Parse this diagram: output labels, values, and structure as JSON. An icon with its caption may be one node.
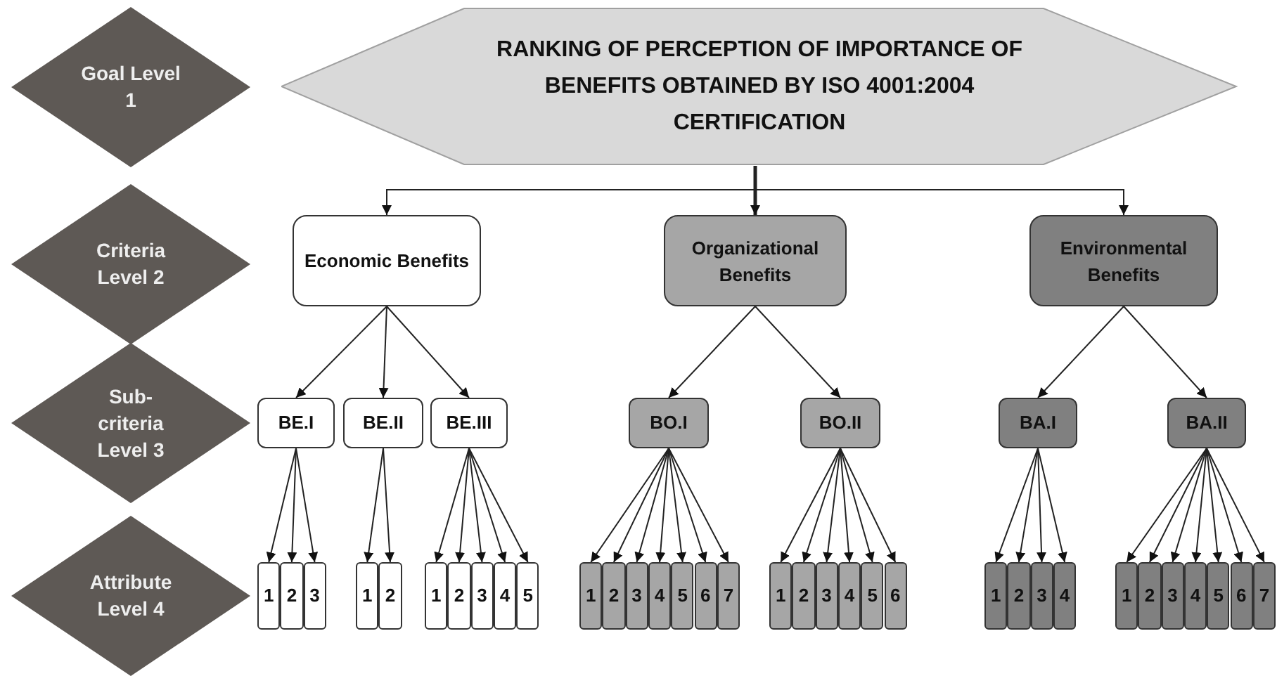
{
  "diagram": {
    "nodes": [
      {
        "text": [
          "Goal Level 1"
        ]
      },
      {
        "text": [
          "Criteria Level 2"
        ]
      },
      {
        "text": [
          "Sub- criteria Level 3"
        ]
      },
      {
        "text": [
          "Attribute Level 4"
        ]
      },
      {
        "text": [
          "RANKING OF PERCEPTION OF IMPORTANCE OF BENEFITS OBTAINED BY ISO 4001:2004 CERTIFICATION"
        ]
      },
      {
        "text": [
          "Economic Benefits"
        ]
      },
      {
        "text": [
          "Organizational Benefits"
        ]
      },
      {
        "text": [
          "Environmental Benefits"
        ]
      },
      {
        "text": [
          "BE.I"
        ]
      },
      {
        "text": [
          "BE.II"
        ]
      },
      {
        "text": [
          "BE.III"
        ]
      },
      {
        "text": [
          "BO.I"
        ]
      },
      {
        "text": [
          "BO.II"
        ]
      },
      {
        "text": [
          "BA.I"
        ]
      },
      {
        "text": [
          "BA.II"
        ]
      },
      {
        "text": [
          "1"
        ]
      },
      {
        "text": [
          "2"
        ]
      },
      {
        "text": [
          "3"
        ]
      },
      {
        "text": [
          "1"
        ]
      },
      {
        "text": [
          "2"
        ]
      },
      {
        "text": [
          "1"
        ]
      },
      {
        "text": [
          "2"
        ]
      },
      {
        "text": [
          "3"
        ]
      },
      {
        "text": [
          "4"
        ]
      },
      {
        "text": [
          "5"
        ]
      },
      {
        "text": [
          "1"
        ]
      },
      {
        "text": [
          "2"
        ]
      },
      {
        "text": [
          "3"
        ]
      },
      {
        "text": [
          "4"
        ]
      },
      {
        "text": [
          "5"
        ]
      },
      {
        "text": [
          "6"
        ]
      },
      {
        "text": [
          "7"
        ]
      },
      {
        "text": [
          "1"
        ]
      },
      {
        "text": [
          "2"
        ]
      },
      {
        "text": [
          "3"
        ]
      },
      {
        "text": [
          "4"
        ]
      },
      {
        "text": [
          "5"
        ]
      },
      {
        "text": [
          "6"
        ]
      },
      {
        "text": [
          "1"
        ]
      },
      {
        "text": [
          "2"
        ]
      },
      {
        "text": [
          "3"
        ]
      },
      {
        "text": [
          "4"
        ]
      },
      {
        "text": [
          "1"
        ]
      },
      {
        "text": [
          "2"
        ]
      },
      {
        "text": [
          "3"
        ]
      },
      {
        "text": [
          "4"
        ]
      },
      {
        "text": [
          "5"
        ]
      },
      {
        "text": [
          "6"
        ]
      },
      {
        "text": [
          "7"
        ]
      }
    ],
    "edges": [
      {
        "from": 4,
        "to": 5,
        "arrow": "to"
      },
      {
        "from": 4,
        "to": 6,
        "arrow": "to",
        "style": "thick"
      },
      {
        "from": 4,
        "to": 7,
        "arrow": "to"
      },
      {
        "from": 5,
        "to": 8,
        "arrow": "to"
      },
      {
        "from": 5,
        "to": 9,
        "arrow": "to"
      },
      {
        "from": 5,
        "to": 10,
        "arrow": "to"
      },
      {
        "from": 6,
        "to": 11,
        "arrow": "to"
      },
      {
        "from": 6,
        "to": 12,
        "arrow": "to"
      },
      {
        "from": 7,
        "to": 13,
        "arrow": "to"
      },
      {
        "from": 7,
        "to": 14,
        "arrow": "to"
      },
      {
        "from": 8,
        "to": 15,
        "arrow": "to"
      },
      {
        "from": 8,
        "to": 16,
        "arrow": "to"
      },
      {
        "from": 8,
        "to": 17,
        "arrow": "to"
      },
      {
        "from": 9,
        "to": 18,
        "arrow": "to"
      },
      {
        "from": 9,
        "to": 19,
        "arrow": "to"
      },
      {
        "from": 10,
        "to": 20,
        "arrow": "to"
      },
      {
        "from": 10,
        "to": 21,
        "arrow": "to"
      },
      {
        "from": 10,
        "to": 22,
        "arrow": "to"
      },
      {
        "from": 10,
        "to": 23,
        "arrow": "to"
      },
      {
        "from": 10,
        "to": 24,
        "arrow": "to"
      },
      {
        "from": 11,
        "to": 25,
        "arrow": "to"
      },
      {
        "from": 11,
        "to": 26,
        "arrow": "to"
      },
      {
        "from": 11,
        "to": 27,
        "arrow": "to"
      },
      {
        "from": 11,
        "to": 28,
        "arrow": "to"
      },
      {
        "from": 11,
        "to": 29,
        "arrow": "to"
      },
      {
        "from": 11,
        "to": 30,
        "arrow": "to"
      },
      {
        "from": 11,
        "to": 31,
        "arrow": "to"
      },
      {
        "from": 12,
        "to": 32,
        "arrow": "to"
      },
      {
        "from": 12,
        "to": 33,
        "arrow": "to"
      },
      {
        "from": 12,
        "to": 34,
        "arrow": "to"
      },
      {
        "from": 12,
        "to": 35,
        "arrow": "to"
      },
      {
        "from": 12,
        "to": 36,
        "arrow": "to"
      },
      {
        "from": 12,
        "to": 37,
        "arrow": "to"
      },
      {
        "from": 13,
        "to": 38,
        "arrow": "to"
      },
      {
        "from": 13,
        "to": 39,
        "arrow": "to"
      },
      {
        "from": 13,
        "to": 40,
        "arrow": "to"
      },
      {
        "from": 13,
        "to": 41,
        "arrow": "to"
      },
      {
        "from": 14,
        "to": 42,
        "arrow": "to"
      },
      {
        "from": 14,
        "to": 43,
        "arrow": "to"
      },
      {
        "from": 14,
        "to": 44,
        "arrow": "to"
      },
      {
        "from": 14,
        "to": 45,
        "arrow": "to"
      },
      {
        "from": 14,
        "to": 46,
        "arrow": "to"
      },
      {
        "from": 14,
        "to": 47,
        "arrow": "to"
      },
      {
        "from": 14,
        "to": 48,
        "arrow": "to"
      }
    ]
  }
}
